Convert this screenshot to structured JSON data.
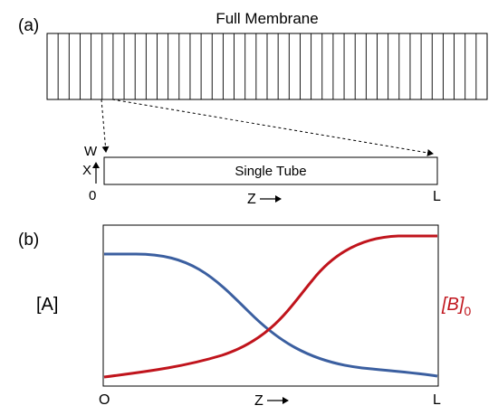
{
  "panel_a": {
    "label": "(a)",
    "membrane_title": "Full Membrane",
    "tube_count": 40,
    "tube_text": "Single Tube",
    "axis": {
      "w": "W",
      "x": "X",
      "origin": "0",
      "z": "Z",
      "end": "L"
    }
  },
  "panel_b": {
    "label": "(b)",
    "left_label": "[A]",
    "right_label": "[B]",
    "right_label_sub": "0",
    "x_start": "O",
    "x_mid": "Z",
    "x_end": "L",
    "colors": {
      "A": "#3b5fa0",
      "B": "#c0141c"
    }
  }
}
